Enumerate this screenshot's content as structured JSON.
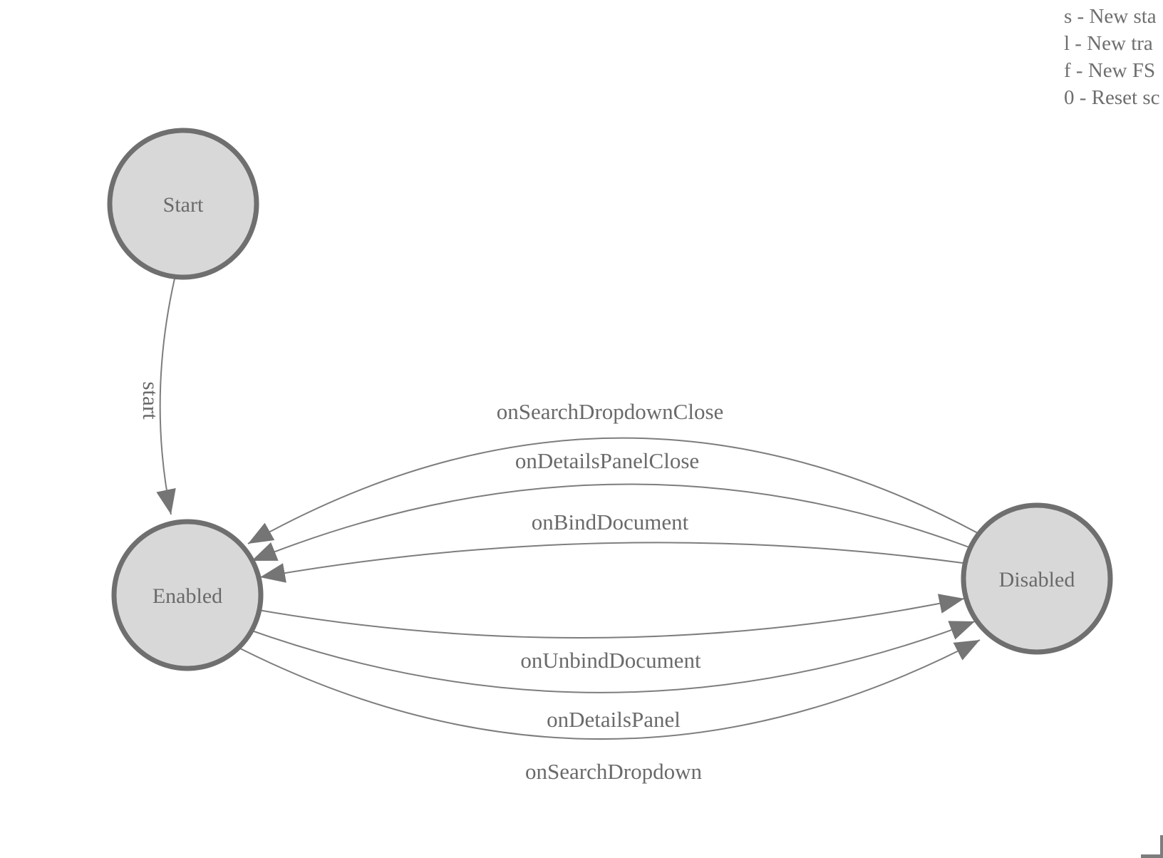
{
  "legend": {
    "lines": [
      "s - New sta",
      "l - New tra",
      "f - New FS",
      "0 - Reset sc"
    ]
  },
  "diagram": {
    "type": "state-machine",
    "nodes": [
      {
        "id": "start",
        "label": "Start"
      },
      {
        "id": "enabled",
        "label": "Enabled"
      },
      {
        "id": "disabled",
        "label": "Disabled"
      }
    ],
    "edges": [
      {
        "from": "Start",
        "to": "Enabled",
        "label": "start"
      },
      {
        "from": "Disabled",
        "to": "Enabled",
        "label": "onSearchDropdownClose"
      },
      {
        "from": "Disabled",
        "to": "Enabled",
        "label": "onDetailsPanelClose"
      },
      {
        "from": "Disabled",
        "to": "Enabled",
        "label": "onBindDocument"
      },
      {
        "from": "Enabled",
        "to": "Disabled",
        "label": "onUnbindDocument"
      },
      {
        "from": "Enabled",
        "to": "Disabled",
        "label": "onDetailsPanel"
      },
      {
        "from": "Enabled",
        "to": "Disabled",
        "label": "onSearchDropdown"
      }
    ],
    "colors": {
      "node_fill": "#d8d8d8",
      "node_stroke": "#6f6f6f",
      "edge_line": "#7d7d7d",
      "arrowhead": "#757575",
      "label_text": "#6a6a6a"
    }
  }
}
